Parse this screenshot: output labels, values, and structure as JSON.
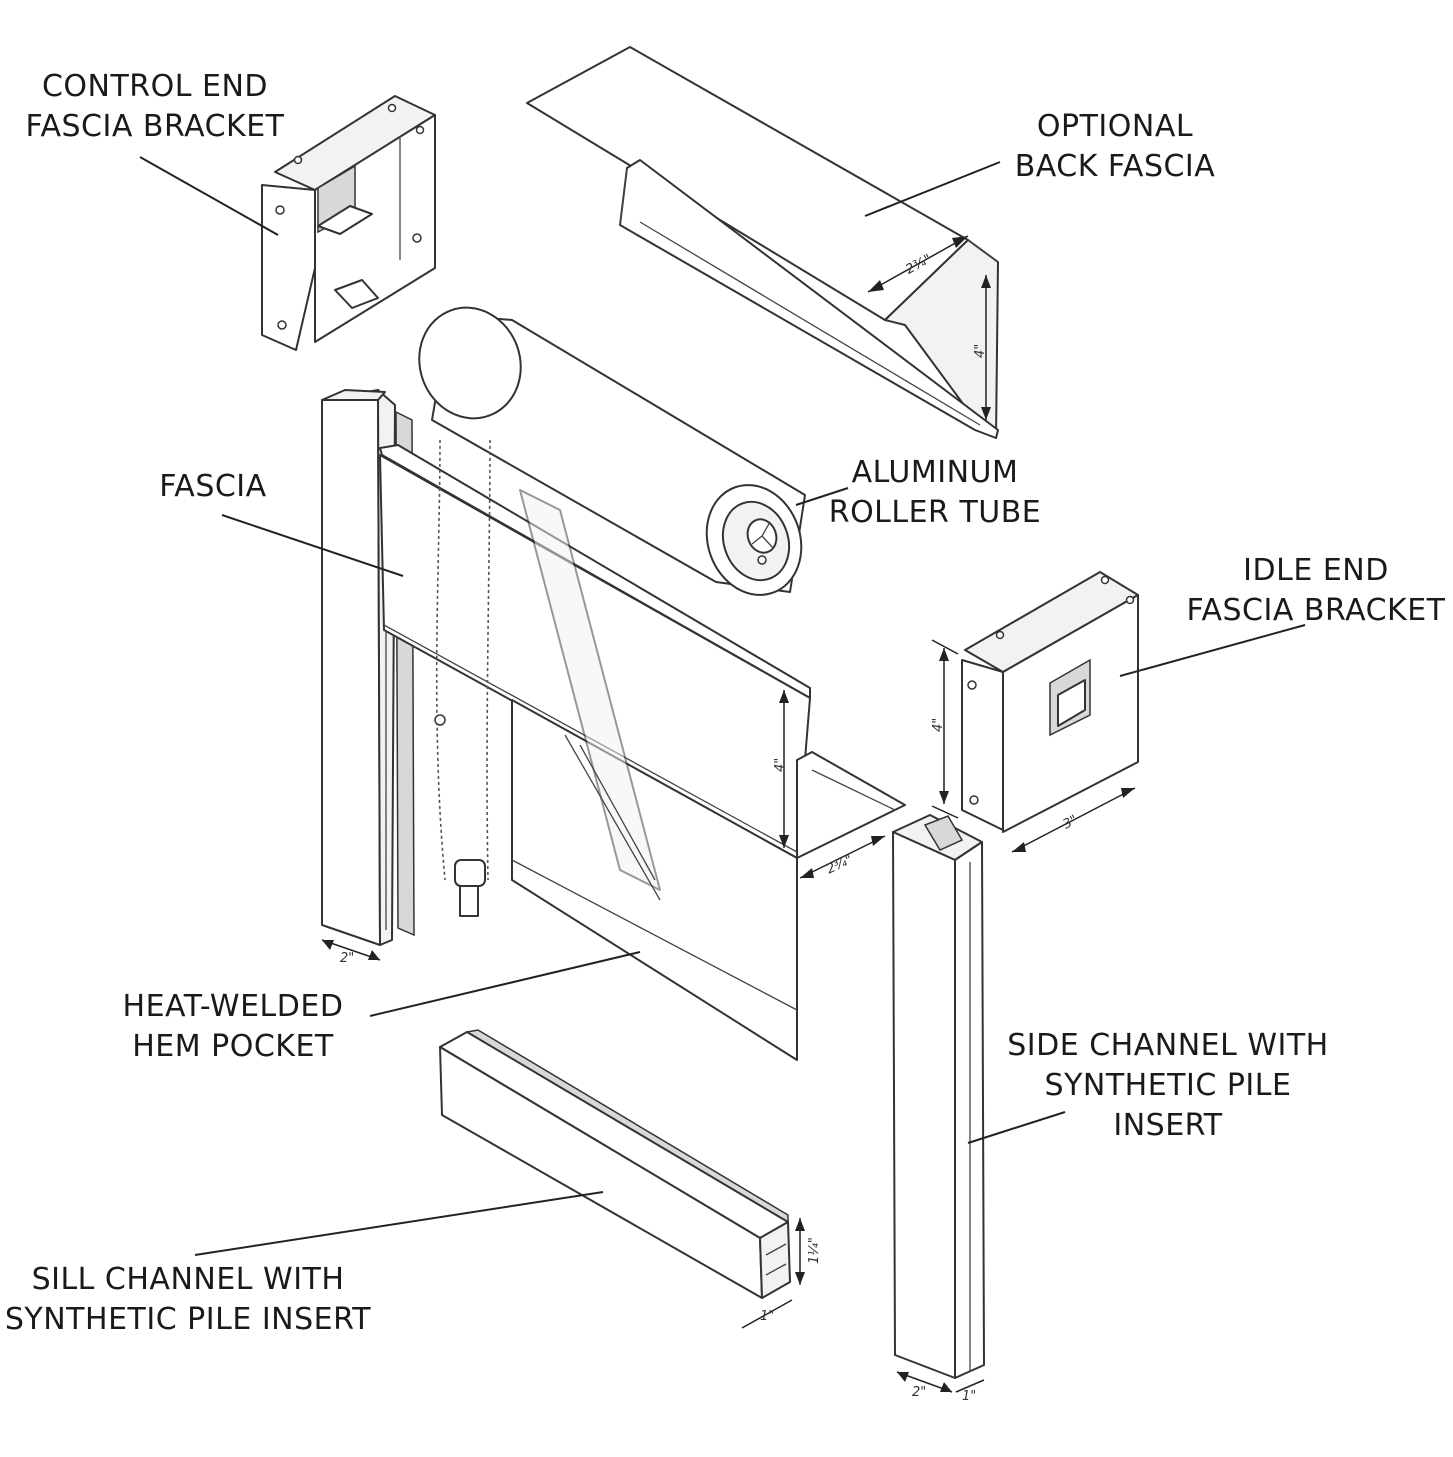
{
  "labels": {
    "control_end_bracket": [
      "CONTROL END",
      "FASCIA BRACKET"
    ],
    "back_fascia": [
      "OPTIONAL",
      "BACK FASCIA"
    ],
    "fascia": [
      "FASCIA"
    ],
    "roller_tube": [
      "ALUMINUM",
      "ROLLER TUBE"
    ],
    "idle_end_bracket": [
      "IDLE END",
      "FASCIA BRACKET"
    ],
    "hem_pocket": [
      "HEAT-WELDED",
      "HEM POCKET"
    ],
    "side_channel": [
      "SIDE CHANNEL WITH",
      "SYNTHETIC PILE",
      "INSERT"
    ],
    "sill_channel": [
      "SILL CHANNEL WITH",
      "SYNTHETIC PILE INSERT"
    ]
  },
  "dimensions": {
    "back_fascia_depth": "2¾\"",
    "back_fascia_height": "4\"",
    "front_fascia_height": "4\"",
    "front_fascia_depth": "2¾\"",
    "idle_bracket_height": "4\"",
    "idle_bracket_depth": "3\"",
    "left_channel_width": "2\"",
    "side_channel_width": "2\"",
    "side_channel_depth": "1\"",
    "sill_height": "1¼\"",
    "sill_width": "1\""
  }
}
